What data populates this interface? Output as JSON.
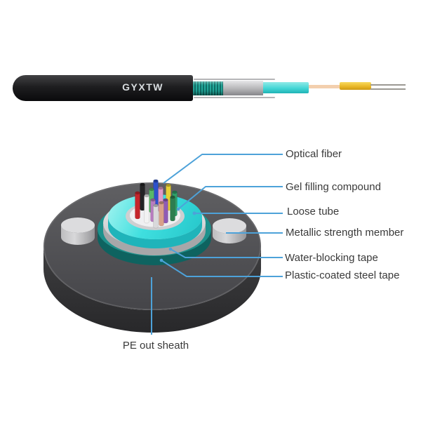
{
  "cable": {
    "print_label": "GYXTW"
  },
  "part_labels": {
    "optical_fiber": "Optical fiber",
    "gel_filling_compound": "Gel filling compound",
    "loose_tube": "Loose tube",
    "metallic_strength_member": "Metallic strength member",
    "water_blocking_tape": "Water-blocking tape",
    "plastic_coated_steel_tape": "Plastic-coated steel tape",
    "pe_out_sheath": "PE out sheath"
  },
  "colors": {
    "leader_line_blue": "#4da2d9",
    "label_text": "#3a3a3a",
    "loose_tube_cyan": "#3fdfdf",
    "steel_tape_teal": "#1c918c",
    "water_blocking_tape_gray": "#d5d5d7",
    "pe_sheath_black": "#1d1d1f",
    "strength_member_gray": "#c9c9cb",
    "fiber_coating_yellow": "#eab829",
    "gel_peach": "#f3cfae"
  },
  "fibers": [
    {
      "name": "blue",
      "color": "#2d51cc"
    },
    {
      "name": "black",
      "color": "#232325"
    },
    {
      "name": "yellow",
      "color": "#e8cf35"
    },
    {
      "name": "green",
      "color": "#58b868"
    },
    {
      "name": "pink",
      "color": "#e09ac6"
    },
    {
      "name": "aqua-green",
      "color": "#2f9e68"
    },
    {
      "name": "red",
      "color": "#c5252b"
    },
    {
      "name": "dark-green",
      "color": "#2e7d4f"
    },
    {
      "name": "violet",
      "color": "#b87cc0"
    },
    {
      "name": "white",
      "color": "#f2f2f2"
    },
    {
      "name": "purple",
      "color": "#8f5bb5"
    },
    {
      "name": "rose",
      "color": "#d8a089"
    },
    {
      "name": "slate",
      "color": "#d9d9db"
    }
  ]
}
